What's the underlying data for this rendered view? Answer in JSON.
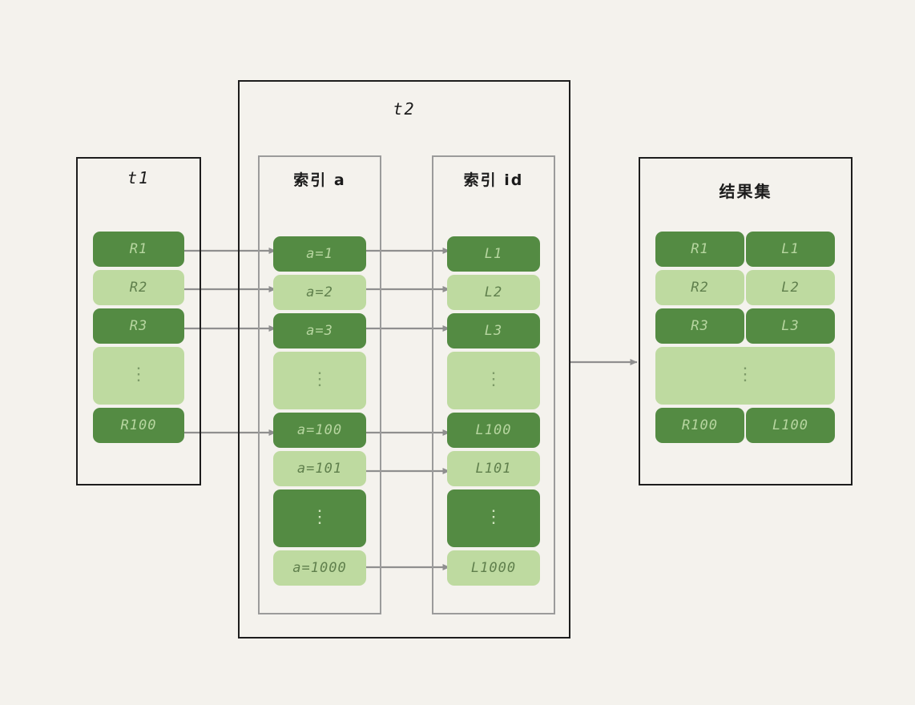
{
  "diagram": {
    "background_color": "#f4f2ed",
    "dark_green": "#548b43",
    "light_green": "#bedaa0",
    "arrow_color": "#8f8f8f",
    "outer_border_color": "#1d1d1d",
    "inner_border_color": "#9b9b9b"
  },
  "t1": {
    "title": "t1",
    "rows": [
      {
        "label": "R1",
        "shade": "dark",
        "ellipsis": false
      },
      {
        "label": "R2",
        "shade": "light",
        "ellipsis": false
      },
      {
        "label": "R3",
        "shade": "dark",
        "ellipsis": false
      },
      {
        "label": "",
        "shade": "light",
        "ellipsis": true
      },
      {
        "label": "R100",
        "shade": "dark",
        "ellipsis": false
      }
    ]
  },
  "t2": {
    "title": "t2",
    "index_a": {
      "title": "索引 a",
      "rows": [
        {
          "label": "a=1",
          "shade": "dark",
          "ellipsis": false
        },
        {
          "label": "a=2",
          "shade": "light",
          "ellipsis": false
        },
        {
          "label": "a=3",
          "shade": "dark",
          "ellipsis": false
        },
        {
          "label": "",
          "shade": "light",
          "ellipsis": true
        },
        {
          "label": "a=100",
          "shade": "dark",
          "ellipsis": false
        },
        {
          "label": "a=101",
          "shade": "light",
          "ellipsis": false
        },
        {
          "label": "",
          "shade": "dark",
          "ellipsis": true
        },
        {
          "label": "a=1000",
          "shade": "light",
          "ellipsis": false
        }
      ]
    },
    "index_id": {
      "title": "索引 id",
      "rows": [
        {
          "label": "L1",
          "shade": "dark",
          "ellipsis": false
        },
        {
          "label": "L2",
          "shade": "light",
          "ellipsis": false
        },
        {
          "label": "L3",
          "shade": "dark",
          "ellipsis": false
        },
        {
          "label": "",
          "shade": "light",
          "ellipsis": true
        },
        {
          "label": "L100",
          "shade": "dark",
          "ellipsis": false
        },
        {
          "label": "L101",
          "shade": "light",
          "ellipsis": false
        },
        {
          "label": "",
          "shade": "dark",
          "ellipsis": true
        },
        {
          "label": "L1000",
          "shade": "light",
          "ellipsis": false
        }
      ]
    }
  },
  "result_set": {
    "title": "结果集",
    "rows": [
      {
        "left": "R1",
        "right": "L1",
        "shade": "dark",
        "ellipsis": false,
        "merged": false
      },
      {
        "left": "R2",
        "right": "L2",
        "shade": "light",
        "ellipsis": false,
        "merged": false
      },
      {
        "left": "R3",
        "right": "L3",
        "shade": "dark",
        "ellipsis": false,
        "merged": false
      },
      {
        "left": "",
        "right": "",
        "shade": "light",
        "ellipsis": true,
        "merged": true
      },
      {
        "left": "R100",
        "right": "L100",
        "shade": "dark",
        "ellipsis": false,
        "merged": false
      }
    ]
  },
  "ellipsis_glyph": "⋮"
}
